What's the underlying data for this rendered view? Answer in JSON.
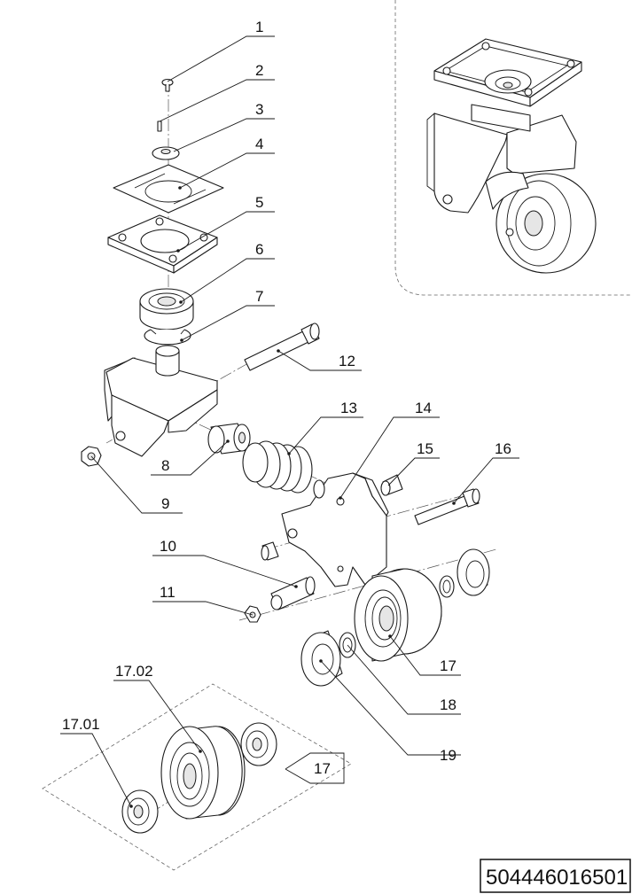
{
  "callouts": {
    "c1": "1",
    "c2": "2",
    "c3": "3",
    "c4": "4",
    "c5": "5",
    "c6": "6",
    "c7": "7",
    "c8": "8",
    "c9": "9",
    "c10": "10",
    "c11": "11",
    "c12": "12",
    "c13": "13",
    "c14": "14",
    "c15": "15",
    "c16": "16",
    "c17": "17",
    "c18": "18",
    "c19": "19",
    "c17_02": "17.02",
    "c17_01": "17.01",
    "c17_kit": "17"
  },
  "part_number": "504446016501"
}
